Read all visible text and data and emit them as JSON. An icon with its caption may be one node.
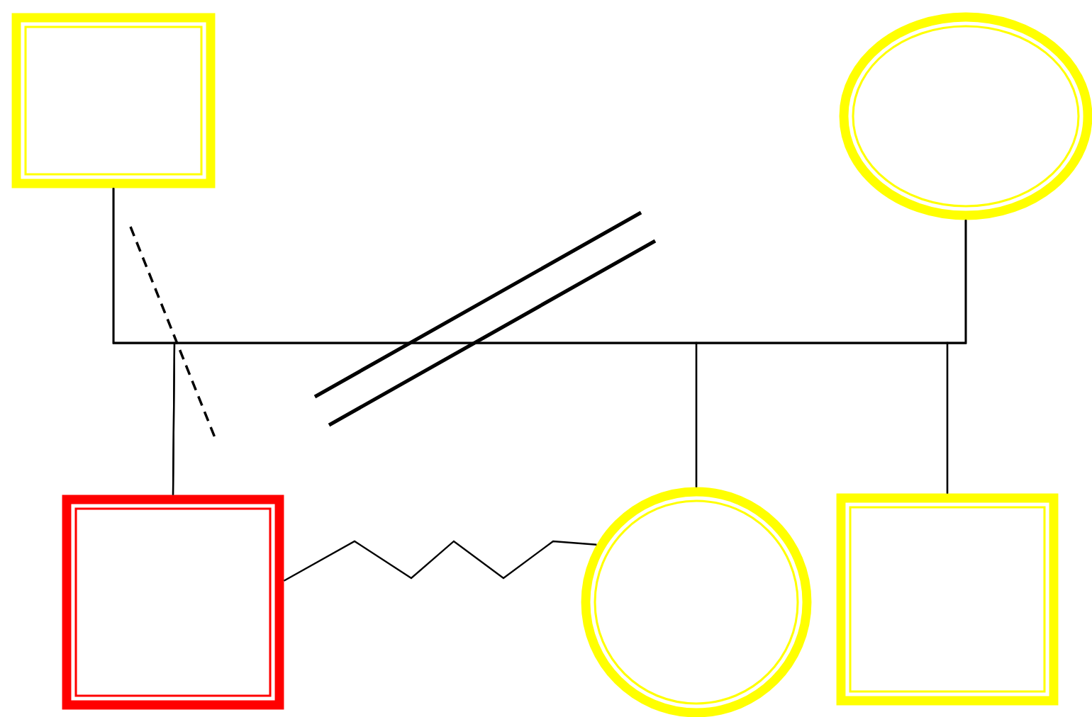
{
  "diagram": {
    "nodes": [
      {
        "text": [],
        "shape": "box"
      },
      {
        "text": [],
        "shape": "ellipse"
      },
      {
        "text": [],
        "shape": "box"
      },
      {
        "text": [],
        "shape": "circle"
      },
      {
        "text": [],
        "shape": "box"
      }
    ],
    "edges": [
      {
        "from": 0,
        "to": 1,
        "arrow": "none"
      },
      {
        "from": 0,
        "to": 2,
        "arrow": "none"
      },
      {
        "from": 0,
        "to": 3,
        "arrow": "none"
      },
      {
        "from": 0,
        "to": 4,
        "arrow": "none"
      },
      {
        "from": 1,
        "to": 2,
        "arrow": "none"
      },
      {
        "from": 1,
        "to": 3,
        "arrow": "none"
      },
      {
        "from": 1,
        "to": 4,
        "arrow": "none"
      },
      {
        "from": 2,
        "to": 3,
        "arrow": "none"
      }
    ]
  }
}
